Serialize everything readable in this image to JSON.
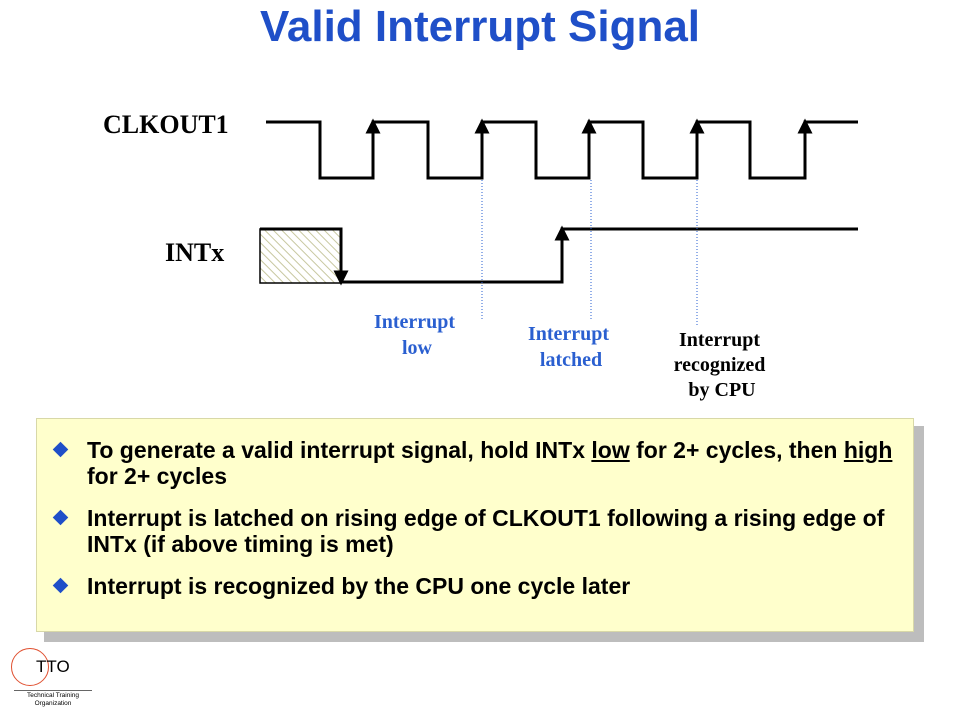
{
  "title": "Valid Interrupt Signal",
  "signals": {
    "clock": "CLKOUT1",
    "interrupt": "INTx"
  },
  "annotations": [
    {
      "lines": [
        "Interrupt",
        "low"
      ],
      "color": "#2a5fd0"
    },
    {
      "lines": [
        "Interrupt",
        "latched"
      ],
      "color": "#2a5fd0"
    },
    {
      "lines": [
        "Interrupt",
        "recognized",
        "by CPU"
      ],
      "color": "#000000"
    }
  ],
  "bullets": [
    {
      "segments": [
        {
          "text": "To generate a valid interrupt signal, hold INTx "
        },
        {
          "text": "low",
          "underline": true
        },
        {
          "text": "  for 2+ cycles, then "
        },
        {
          "text": "high",
          "underline": true
        },
        {
          "text": " for 2+ cycles"
        }
      ]
    },
    {
      "segments": [
        {
          "text": "Interrupt is latched on rising edge of CLKOUT1 following a rising edge of INTx (if above timing is met)"
        }
      ]
    },
    {
      "segments": [
        {
          "text": "Interrupt is recognized by the CPU one cycle later"
        }
      ]
    }
  ],
  "logo": {
    "text": "TTO",
    "subtitle": [
      "Technical Training",
      "Organization"
    ]
  },
  "colors": {
    "title": "#1f4fc8",
    "bullet": "#1f4fc8",
    "panel": "#ffffcc",
    "logo_ring": "#e05030"
  }
}
